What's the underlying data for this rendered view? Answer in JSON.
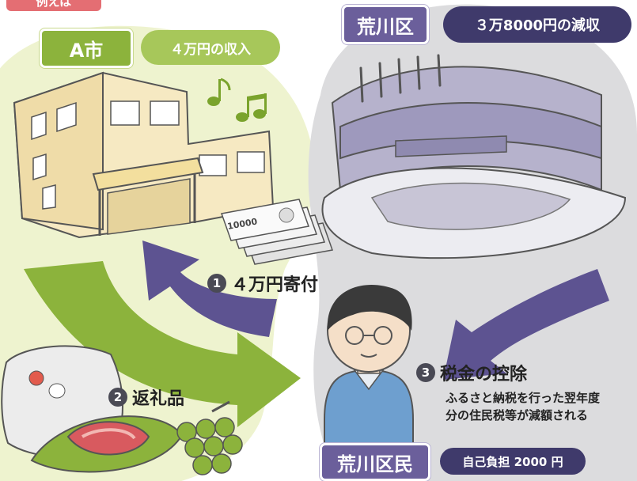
{
  "example_tab": "例えば",
  "city": {
    "label": "A市",
    "income": "４万円の収入"
  },
  "ward": {
    "label": "荒川区",
    "loss": "３万8000円の減収"
  },
  "steps": [
    {
      "number": "1",
      "text": "４万円寄付"
    },
    {
      "number": "2",
      "text": "返礼品"
    },
    {
      "number": "3",
      "text": "税金の控除"
    }
  ],
  "note_lines": [
    "ふるさと納税を行った翌年度",
    "分の住民税等が減額される"
  ],
  "resident": {
    "label": "荒川区民",
    "burden": "自己負担 2000 円"
  },
  "bill_value": "10000",
  "colors": {
    "green_area": "#eef3cf",
    "gray_area": "#dadada",
    "green_arrow": "#8cb33c",
    "purple_arrow": "#5d5391",
    "purple_label": "#6b5f9b",
    "dark_pill": "#3f3a6b"
  },
  "icons": [
    "music-note-icon",
    "money-bill-icon",
    "rice-bag-icon",
    "meat-icon",
    "grape-icon",
    "building-icon",
    "stadium-icon",
    "person-icon"
  ]
}
